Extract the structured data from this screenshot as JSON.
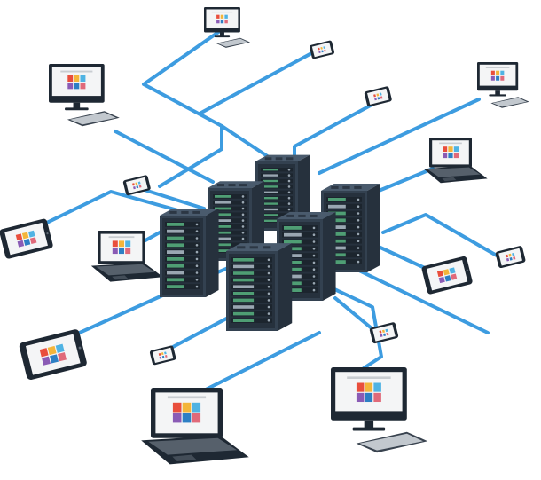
{
  "diagram": {
    "wire_color": "#3d9ce0",
    "server_dark": "#26313d",
    "server_mid": "#334150",
    "server_light": "#4a5b6d",
    "bay_green": "#4f9e74",
    "bay_grey": "#9aa7b2",
    "screen_frame": "#1e2833",
    "screen_bg": "#f4f5f6",
    "tile_colors": [
      "#e94e3c",
      "#f3b53a",
      "#4fb3e3",
      "#8a5bb5",
      "#2d7fc4",
      "#e06a7a"
    ],
    "nodes": [
      {
        "kind": "monitor",
        "icon": "desktop-monitor-icon"
      },
      {
        "kind": "phone",
        "icon": "smartphone-icon"
      },
      {
        "kind": "monitor",
        "icon": "desktop-monitor-icon"
      },
      {
        "kind": "monitor",
        "icon": "desktop-monitor-icon"
      },
      {
        "kind": "phone",
        "icon": "smartphone-icon"
      },
      {
        "kind": "phone",
        "icon": "smartphone-icon"
      },
      {
        "kind": "laptop",
        "icon": "laptop-icon"
      },
      {
        "kind": "tablet",
        "icon": "tablet-icon"
      },
      {
        "kind": "laptop",
        "icon": "laptop-icon"
      },
      {
        "kind": "tablet",
        "icon": "tablet-icon"
      },
      {
        "kind": "phone",
        "icon": "smartphone-icon"
      },
      {
        "kind": "tablet",
        "icon": "tablet-icon"
      },
      {
        "kind": "phone",
        "icon": "smartphone-icon"
      },
      {
        "kind": "phone",
        "icon": "smartphone-icon"
      },
      {
        "kind": "laptop",
        "icon": "laptop-icon"
      },
      {
        "kind": "monitor",
        "icon": "desktop-monitor-icon"
      }
    ],
    "servers": [
      {
        "icon": "server-rack-icon"
      },
      {
        "icon": "server-rack-icon"
      },
      {
        "icon": "server-rack-icon"
      },
      {
        "icon": "server-rack-icon"
      },
      {
        "icon": "server-rack-icon"
      },
      {
        "icon": "server-rack-icon"
      }
    ]
  }
}
